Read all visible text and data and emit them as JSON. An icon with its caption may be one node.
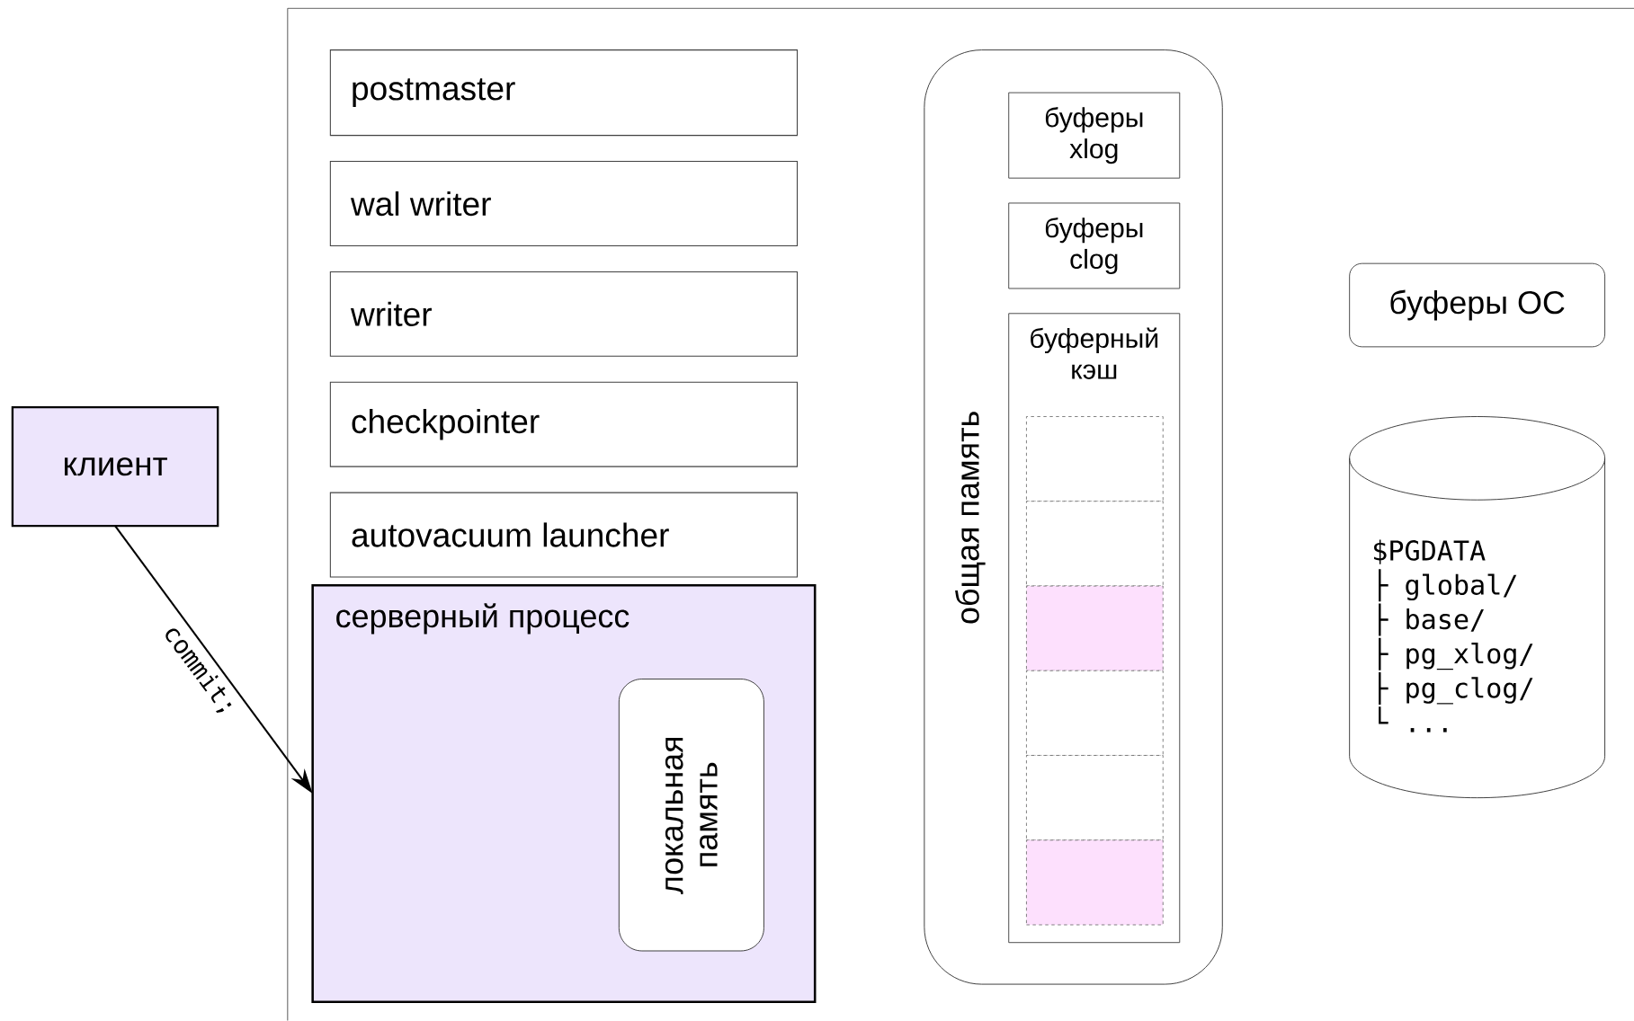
{
  "diagram": {
    "nodes": [
      {
        "text": [],
        "shape": "box"
      },
      {
        "text": [
          "клиент"
        ]
      },
      {
        "text": [
          "postmaster"
        ],
        "in": 0
      },
      {
        "text": [
          "wal writer"
        ],
        "in": 0
      },
      {
        "text": [
          "writer"
        ],
        "in": 0
      },
      {
        "text": [
          "checkpointer"
        ],
        "in": 0
      },
      {
        "text": [
          "autovacuum launcher"
        ],
        "in": 0
      },
      {
        "text": [
          "серверный процесс"
        ],
        "in": 0
      },
      {
        "text": [
          "локальная память"
        ],
        "in": 7
      },
      {
        "text": [
          "общая память"
        ],
        "in": 0
      },
      {
        "text": [
          "буферы xlog"
        ],
        "in": 9
      },
      {
        "text": [
          "буферы clog"
        ],
        "in": 9
      },
      {
        "text": [
          "буферный кэш"
        ],
        "in": 9
      },
      {
        "text": [
          "буферы ОС"
        ],
        "in": 0
      },
      {
        "text": [
          "$PGDATA",
          "├ global/",
          "├ base/",
          "├ pg_xlog/",
          "├ pg_clog/",
          "└ ..."
        ],
        "in": 0
      },
      {
        "text": [],
        "shape": "box",
        "in": 12
      },
      {
        "text": [],
        "shape": "box",
        "in": 12
      },
      {
        "text": [],
        "shape": "box",
        "in": 12
      },
      {
        "text": [],
        "shape": "box",
        "in": 12
      },
      {
        "text": [],
        "shape": "box",
        "in": 12
      },
      {
        "text": [],
        "shape": "box",
        "in": 12
      }
    ],
    "edges": [
      {
        "from": 1,
        "to": 7,
        "arrow": "to",
        "label": "commit;"
      }
    ]
  }
}
